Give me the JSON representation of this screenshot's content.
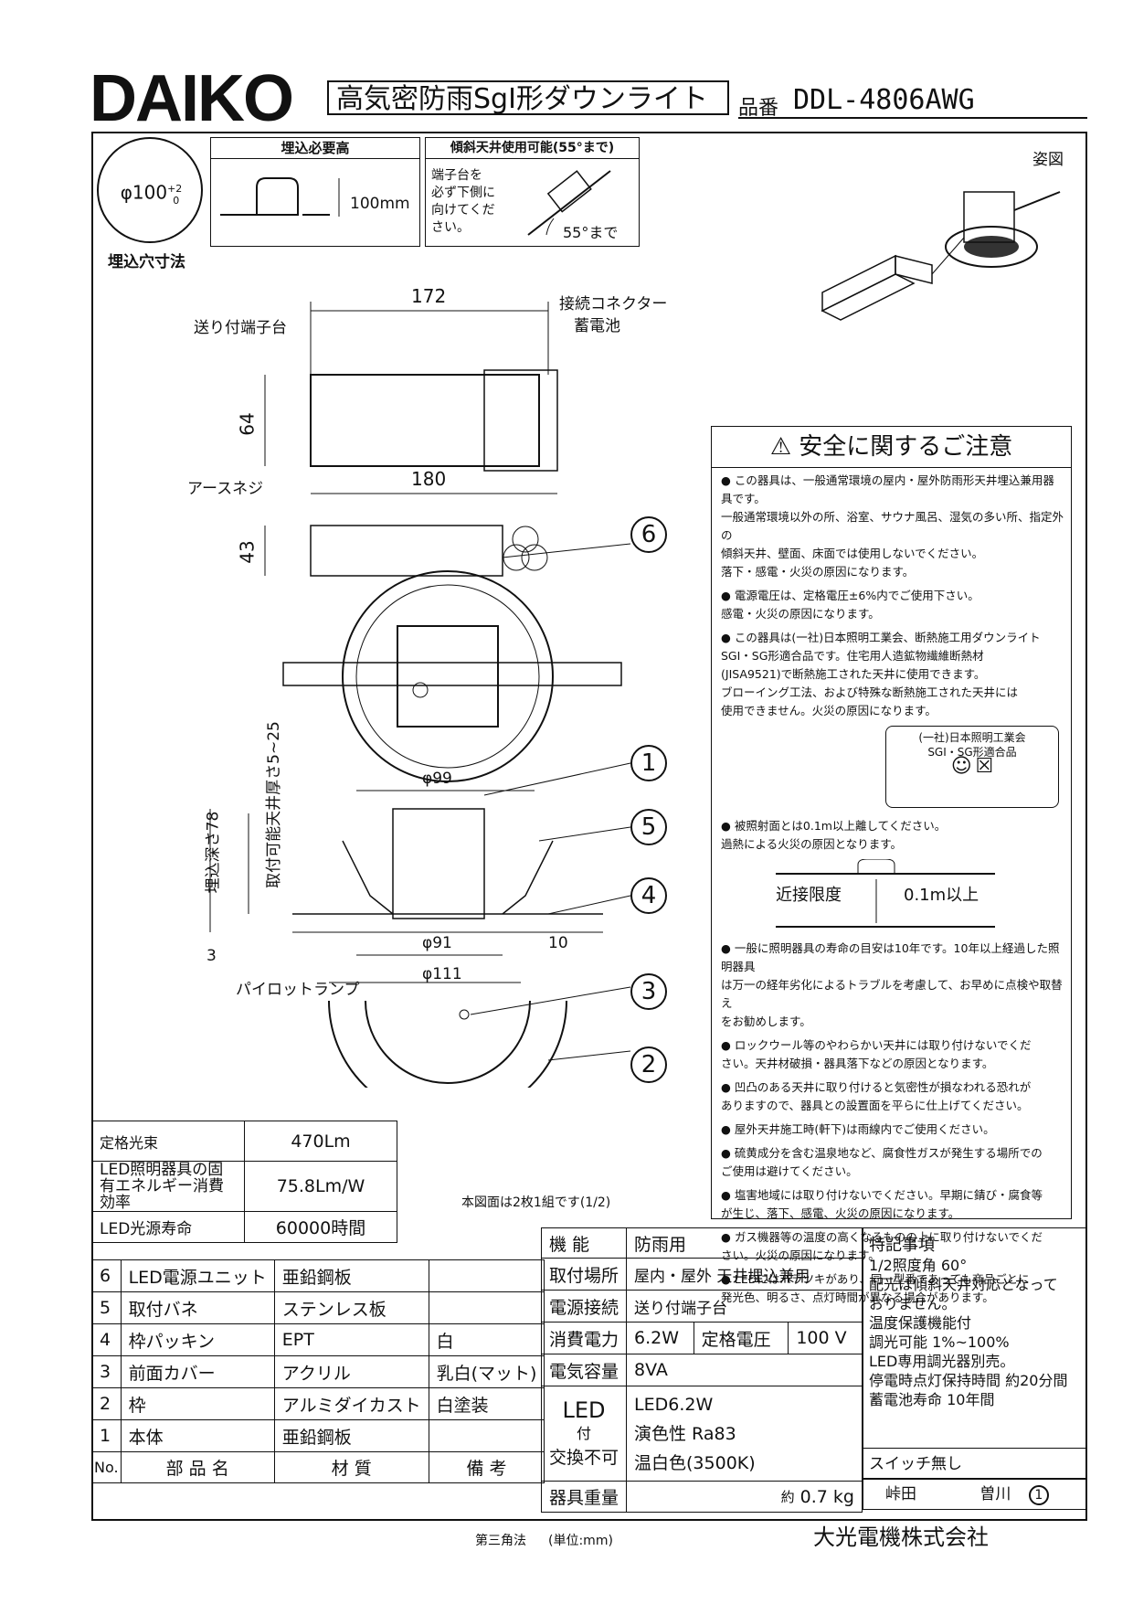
{
  "header": {
    "logo": "DAIKO",
    "product_name": "高気密防雨SgI形ダウンライト",
    "hinban_label": "品番",
    "hinban": "DDL-4806AWG"
  },
  "embed_hole": {
    "diameter": "φ100",
    "tol_plus": "+2",
    "tol_minus": "0",
    "label": "埋込穴寸法"
  },
  "embed_height": {
    "title": "埋込必要高",
    "value": "100mm"
  },
  "tilt": {
    "title": "傾斜天井使用可能(55°まで)",
    "note_lines": [
      "端子台を",
      "必ず下側に",
      "向けてくだ",
      "さい。"
    ],
    "angle": "55°まで"
  },
  "view_label": "姿図",
  "drawing": {
    "dim_172": "172",
    "dim_180": "180",
    "dim_64": "64",
    "dim_43": "43",
    "label_terminal": "送り付端子台",
    "label_connector": "接続コネクター",
    "label_battery": "蓄電池",
    "label_earth": "アースネジ",
    "phi99": "φ99",
    "phi91": "φ91",
    "phi111": "φ111",
    "dim_10": "10",
    "dim_3": "3",
    "depth": "埋込深さ78",
    "ceiling": "取付可能天井厚さ5~25",
    "pilot": "パイロットランプ",
    "callouts": [
      "1",
      "2",
      "3",
      "4",
      "5",
      "6"
    ]
  },
  "safety": {
    "title": "安全に関するご注意",
    "p1": [
      "この器具は、一般通常環境の屋内・屋外防雨形天井埋込兼用器具です。",
      "一般通常環境以外の所、浴室、サウナ風呂、湿気の多い所、指定外の",
      "傾斜天井、壁面、床面では使用しないでください。",
      "落下・感電・火災の原因になります。"
    ],
    "p2": [
      "電源電圧は、定格電圧±6%内でご使用下さい。",
      "感電・火災の原因になります。"
    ],
    "p3": [
      "この器具は(一社)日本照明工業会、断熱施工用ダウンライト",
      "SGI・SG形適合品です。住宅用人造鉱物繊維断熱材",
      "(JISA9521)で断熱施工された天井に使用できます。",
      "ブローイング工法、および特殊な断熱施工された天井には",
      "使用できません。火災の原因になります。"
    ],
    "mark_line1": "(一社)日本照明工業会",
    "mark_line2": "SGI・SG形適合品",
    "p4": [
      "被照射面とは0.1m以上離してください。",
      "過熱による火災の原因となります。"
    ],
    "proximity_label": "近接限度",
    "proximity_value": "0.1m以上",
    "p5": [
      "一般に照明器具の寿命の目安は10年です。10年以上経過した照明器具",
      "は万一の経年劣化によるトラブルを考慮して、お早めに点検や取替え",
      "をお勧めします。"
    ],
    "p6": [
      "ロックウール等のやわらかい天井には取り付けないでくだ",
      "さい。天井材破損・器具落下などの原因となります。"
    ],
    "p7": [
      "凹凸のある天井に取り付けると気密性が損なわれる恐れが",
      "ありますので、器具との設置面を平らに仕上げてください。"
    ],
    "p8": [
      "屋外天井施工時(軒下)は雨線内でご使用ください。"
    ],
    "p9": [
      "硫黄成分を含む温泉地など、腐食性ガスが発生する場所での",
      "ご使用は避けてください。"
    ],
    "p10": [
      "塩害地域には取り付けないでください。早期に錆び・腐食等",
      "が生じ、落下、感電、火災の原因になります。"
    ],
    "p11": [
      "ガス機器等の温度の高くなるものの上に取り付けないでくだ",
      "さい。火災の原因になります。"
    ],
    "p12": [
      "LEDにはバラツキがあり、同一型番であっても商品ごとに",
      "発光色、明るさ、点灯時間が異なる場合があります。"
    ]
  },
  "specs": [
    {
      "label": "定格光束",
      "value": "470Lm"
    },
    {
      "label": "LED照明器具の固有エネルギー消費効率",
      "value": "75.8Lm/W"
    },
    {
      "label": "LED光源寿命",
      "value": "60000時間"
    }
  ],
  "set_note": "本図面は2枚1組です(1/2)",
  "parts": [
    {
      "no": "6",
      "name": "LED電源ユニット",
      "material": "亜鉛鋼板",
      "note": ""
    },
    {
      "no": "5",
      "name": "取付バネ",
      "material": "ステンレス板",
      "note": ""
    },
    {
      "no": "4",
      "name": "枠パッキン",
      "material": "EPT",
      "note": "白"
    },
    {
      "no": "3",
      "name": "前面カバー",
      "material": "アクリル",
      "note": "乳白(マット)"
    },
    {
      "no": "2",
      "name": "枠",
      "material": "アルミダイカスト",
      "note": "白塗装"
    },
    {
      "no": "1",
      "name": "本体",
      "material": "亜鉛鋼板",
      "note": ""
    }
  ],
  "parts_header": {
    "no": "No.",
    "name": "部 品 名",
    "material": "材 質",
    "note": "備 考"
  },
  "ratings": {
    "kinou_l": "機 能",
    "kinou_v": "防雨用",
    "basho_l": "取付場所",
    "basho_v": "屋内・屋外 天井埋込兼用",
    "dengen_l": "電源接続",
    "dengen_v": "送り付端子台",
    "power_l": "消費電力",
    "power_v": "6.2W",
    "volt_l": "定格電圧",
    "volt_v": "100 V",
    "cap_l": "電気容量",
    "cap_v": "8VA",
    "led_l1": "LED",
    "led_l2": "付",
    "led_l3": "交換不可",
    "led_v1": "LED6.2W",
    "led_v2": "演色性 Ra83",
    "led_v3": "温白色(3500K)",
    "weight_l": "器具重量",
    "weight_prefix": "約",
    "weight_v": "0.7 kg"
  },
  "special": {
    "title": "特記事項",
    "lines": [
      "1/2照度角 60°",
      "配光は傾斜天井対応となって",
      "おりません。",
      "温度保護機能付",
      "調光可能 1%~100%",
      "LED専用調光器別売。",
      "停電時点灯保持時間 約20分間",
      "蓄電池寿命 10年間"
    ],
    "switch": "スイッチ無し",
    "sign1": "峠田",
    "sign2": "曽川",
    "sign_no": "1"
  },
  "footer": {
    "projection": "第三角法",
    "unit": "(単位:mm)",
    "company": "大光電機株式会社"
  }
}
